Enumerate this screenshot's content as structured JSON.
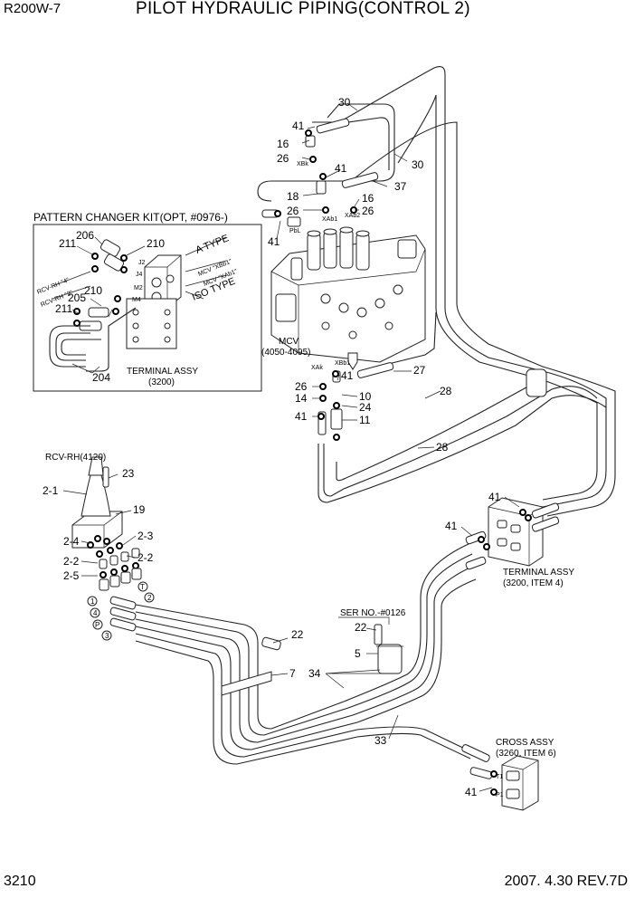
{
  "header": {
    "model": "R200W-7",
    "title": "PILOT HYDRAULIC PIPING(CONTROL 2)"
  },
  "footer": {
    "page_number": "3210",
    "date_rev": "2007. 4.30  REV.7D"
  },
  "inset": {
    "title": "PATTERN CHANGER KIT(OPT, #0976-)",
    "terminal_assy": "TERMINAL ASSY",
    "terminal_ref": "(3200)",
    "a_type": "A TYPE",
    "iso_type": "ISO TYPE",
    "mcv_xbb1": "MCV \"XBb1\"",
    "mcv_xab1": "MCV \"XAb1\"",
    "rcv_rh4": "RCV-RH \"4\"",
    "rcv_rh2": "RCV-RH \"2\"",
    "port_j2": "J2",
    "port_j4": "J4",
    "port_m2": "M2",
    "port_m4": "M4"
  },
  "labels": {
    "mcv": "MCV",
    "mcv_ref": "(4050-4095)",
    "rcv": "RCV-RH(4120)",
    "terminal_right": "TERMINAL ASSY",
    "terminal_right_ref": "(3200, ITEM 4)",
    "cross_assy": "CROSS ASSY",
    "cross_ref": "(3260, ITEM 6)",
    "ser_no": "SER NO.-#0126",
    "port_xbk": "XBk",
    "port_xab1": "XAb1",
    "port_xab2": "XAb2",
    "port_xak": "XAk",
    "port_xbb1": "XBb1",
    "port_pbl": "PbL",
    "port_t1": "T1",
    "port_p1": "P1"
  },
  "callouts": {
    "n30a": "30",
    "n30b": "30",
    "n41a": "41",
    "n16a": "16",
    "n26a": "26",
    "n41b": "41",
    "n37": "37",
    "n18": "18",
    "n16b": "16",
    "n26b": "26",
    "n26c": "26",
    "n41c": "41",
    "n206": "206",
    "n211a": "211",
    "n210a": "210",
    "n205": "205",
    "n210b": "210",
    "n211b": "211",
    "n204": "204",
    "n27": "27",
    "n26d": "26",
    "n41d": "41",
    "n14": "14",
    "n10": "10",
    "n24": "24",
    "n41e": "41",
    "n11": "11",
    "n28a": "28",
    "n28b": "28",
    "n23": "23",
    "n2_1": "2-1",
    "n19": "19",
    "n2_3": "2-3",
    "n2_4": "2-4",
    "n2_2a": "2-2",
    "n2_2b": "2-2",
    "n2_5": "2-5",
    "n41f": "41",
    "n41g": "41",
    "n22a": "22",
    "n7": "7",
    "n22b": "22",
    "n5": "5",
    "n34": "34",
    "n33": "33",
    "n41h": "41"
  },
  "port_marks": {
    "p1": "1",
    "p2": "2",
    "p3": "3",
    "p4": "4",
    "pP": "P",
    "pT": "T"
  }
}
